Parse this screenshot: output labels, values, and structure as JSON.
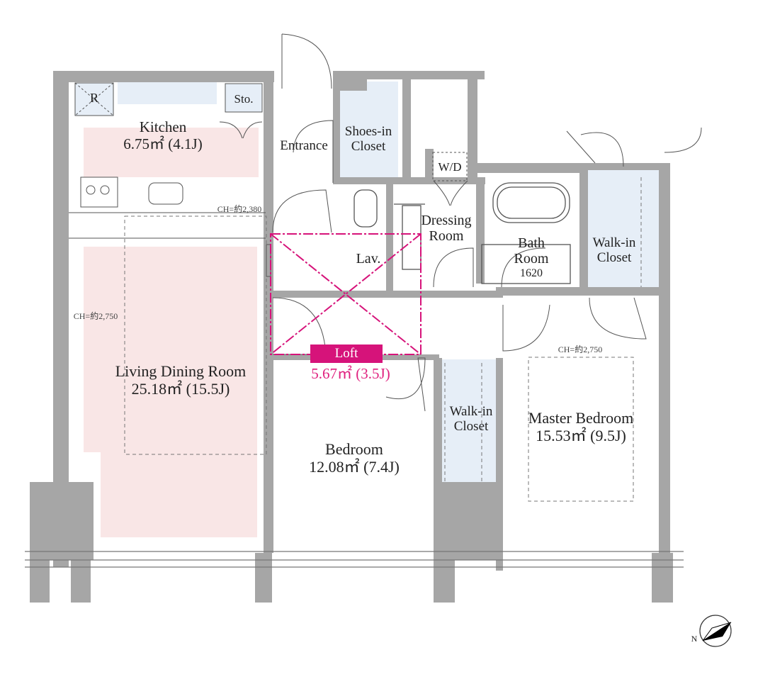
{
  "rooms": {
    "refrigerator": "R",
    "storage": "Sto.",
    "kitchen": {
      "name": "Kitchen",
      "area": "6.75㎡ (4.1J)"
    },
    "entrance": "Entrance",
    "shoes_closet": {
      "line1": "Shoes-in",
      "line2": "Closet"
    },
    "washer_dryer": "W/D",
    "dressing_room": {
      "line1": "Dressing",
      "line2": "Room"
    },
    "lavatory": "Lav.",
    "bath_room": {
      "line1": "Bath",
      "line2": "Room",
      "size": "1620"
    },
    "walk_in_closet_1": {
      "line1": "Walk-in",
      "line2": "Closet"
    },
    "walk_in_closet_2": {
      "line1": "Walk-in",
      "line2": "Closet"
    },
    "living_dining": {
      "name": "Living Dining Room",
      "area": "25.18㎡ (15.5J)"
    },
    "loft": {
      "name": "Loft",
      "area": "5.67㎡ (3.5J)"
    },
    "bedroom": {
      "name": "Bedroom",
      "area": "12.08㎡ (7.4J)"
    },
    "master_bedroom": {
      "name": "Master Bedroom",
      "area": "15.53㎡ (9.5J)"
    }
  },
  "ceiling_heights": {
    "kitchen_ch": "CH=約2,380",
    "living_ch": "CH=約2,750",
    "master_ch": "CH=約2,750"
  },
  "compass": {
    "label": "N"
  },
  "colors": {
    "wall": "#a6a6a6",
    "floor_pink": "#f9e6e6",
    "closet_blue": "#e6eef7",
    "accent": "#d6137a"
  }
}
